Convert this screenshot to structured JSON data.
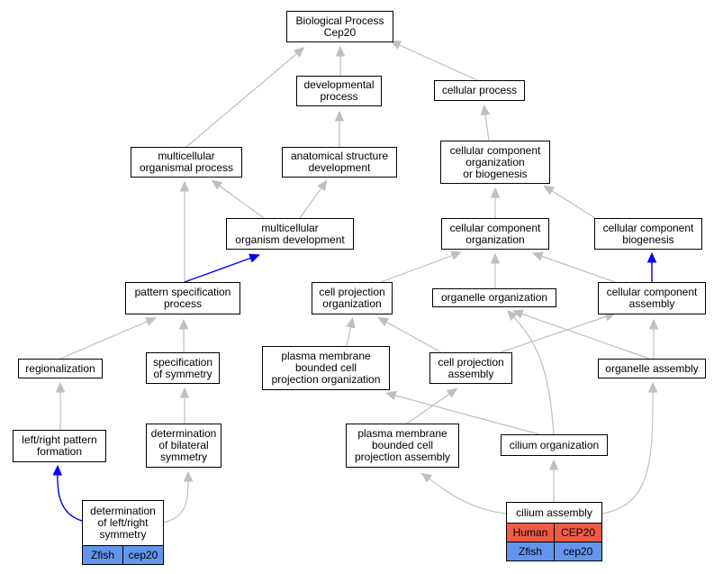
{
  "colors": {
    "edge": "#bfbfbf",
    "highlight_edge": "#0000ff",
    "human": "#ef5b45",
    "zfish": "#6495ed"
  },
  "nodes": {
    "bp": "Biological Process\nCep20",
    "dev_process": "developmental\nprocess",
    "cell_process": "cellular process",
    "multicell_proc": "multicellular\norganismal process",
    "anat_struct": "anatomical structure\ndevelopment",
    "ccob": "cellular component\norganization\nor biogenesis",
    "multicell_dev": "multicellular\norganism development",
    "cc_org": "cellular component\norganization",
    "cc_biogen": "cellular component\nbiogenesis",
    "pattern_spec": "pattern specification\nprocess",
    "cell_proj_org": "cell projection\norganization",
    "organelle_org": "organelle organization",
    "cc_assembly": "cellular component\nassembly",
    "regionalization": "regionalization",
    "spec_symmetry": "specification\nof symmetry",
    "pm_bounded_org": "plasma membrane\nbounded cell\nprojection organization",
    "cell_proj_asm": "cell projection\nassembly",
    "organelle_asm": "organelle assembly",
    "lr_pattern": "left/right pattern\nformation",
    "det_bilateral": "determination\nof bilateral\nsymmetry",
    "pm_bounded_asm": "plasma membrane\nbounded cell\nprojection assembly",
    "cilium_org": "cilium organization",
    "det_lr": "determination\nof left/right\nsymmetry",
    "cilium_asm": "cilium assembly"
  },
  "annotations": {
    "det_lr": [
      {
        "species": "Zfish",
        "gene": "cep20"
      }
    ],
    "cilium_asm": [
      {
        "species": "Human",
        "gene": "CEP20"
      },
      {
        "species": "Zfish",
        "gene": "cep20"
      }
    ]
  }
}
